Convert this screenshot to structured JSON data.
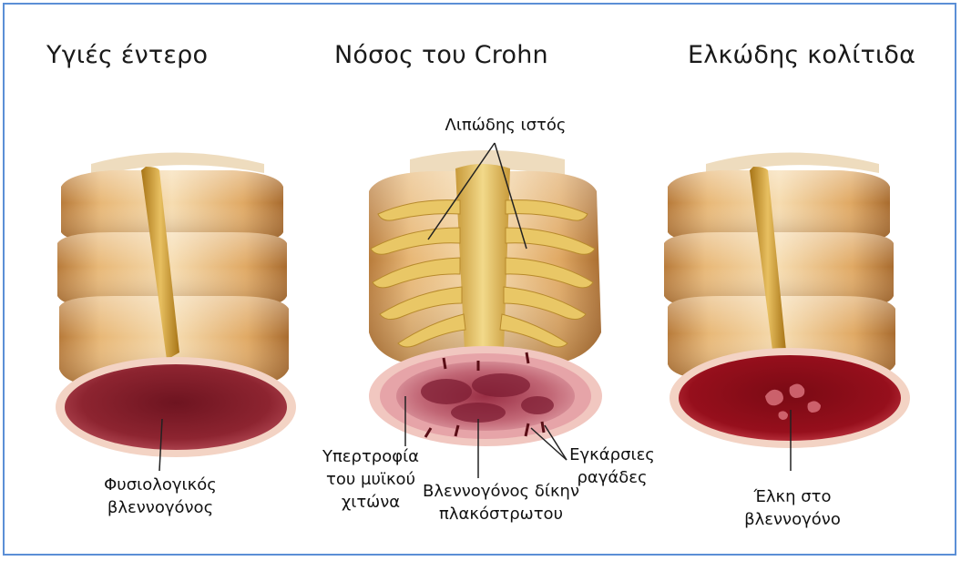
{
  "titles": {
    "healthy": "Υγιές έντερο",
    "crohn": "Νόσος του Crohn",
    "colitis": "Ελκώδης κολίτιδα"
  },
  "labels": {
    "physiological_mucosa": [
      "Φυσιολογικός",
      "βλεννογόνος"
    ],
    "fatty_tissue": "Λιπώδης ιστός",
    "muscle_hypertrophy": [
      "Υπερτροφία",
      "του μυϊκού",
      "χιτώνα"
    ],
    "cobblestone_mucosa": [
      "Βλεννογόνος δίκην",
      "πλακόστρωτου"
    ],
    "transverse_fissures": [
      "Εγκάρσιες",
      "ραγάδες"
    ],
    "mucosal_ulcers": [
      "Έλκη στο",
      "βλεννογόνο"
    ]
  },
  "colors": {
    "frame_border": "#5b8fd6",
    "bowel_tan": "#d9a257",
    "fat_yellow": "#e9c766",
    "mucosa_dark": "#8c1e28",
    "mucosa_ulcer": "#8d0f1a"
  }
}
